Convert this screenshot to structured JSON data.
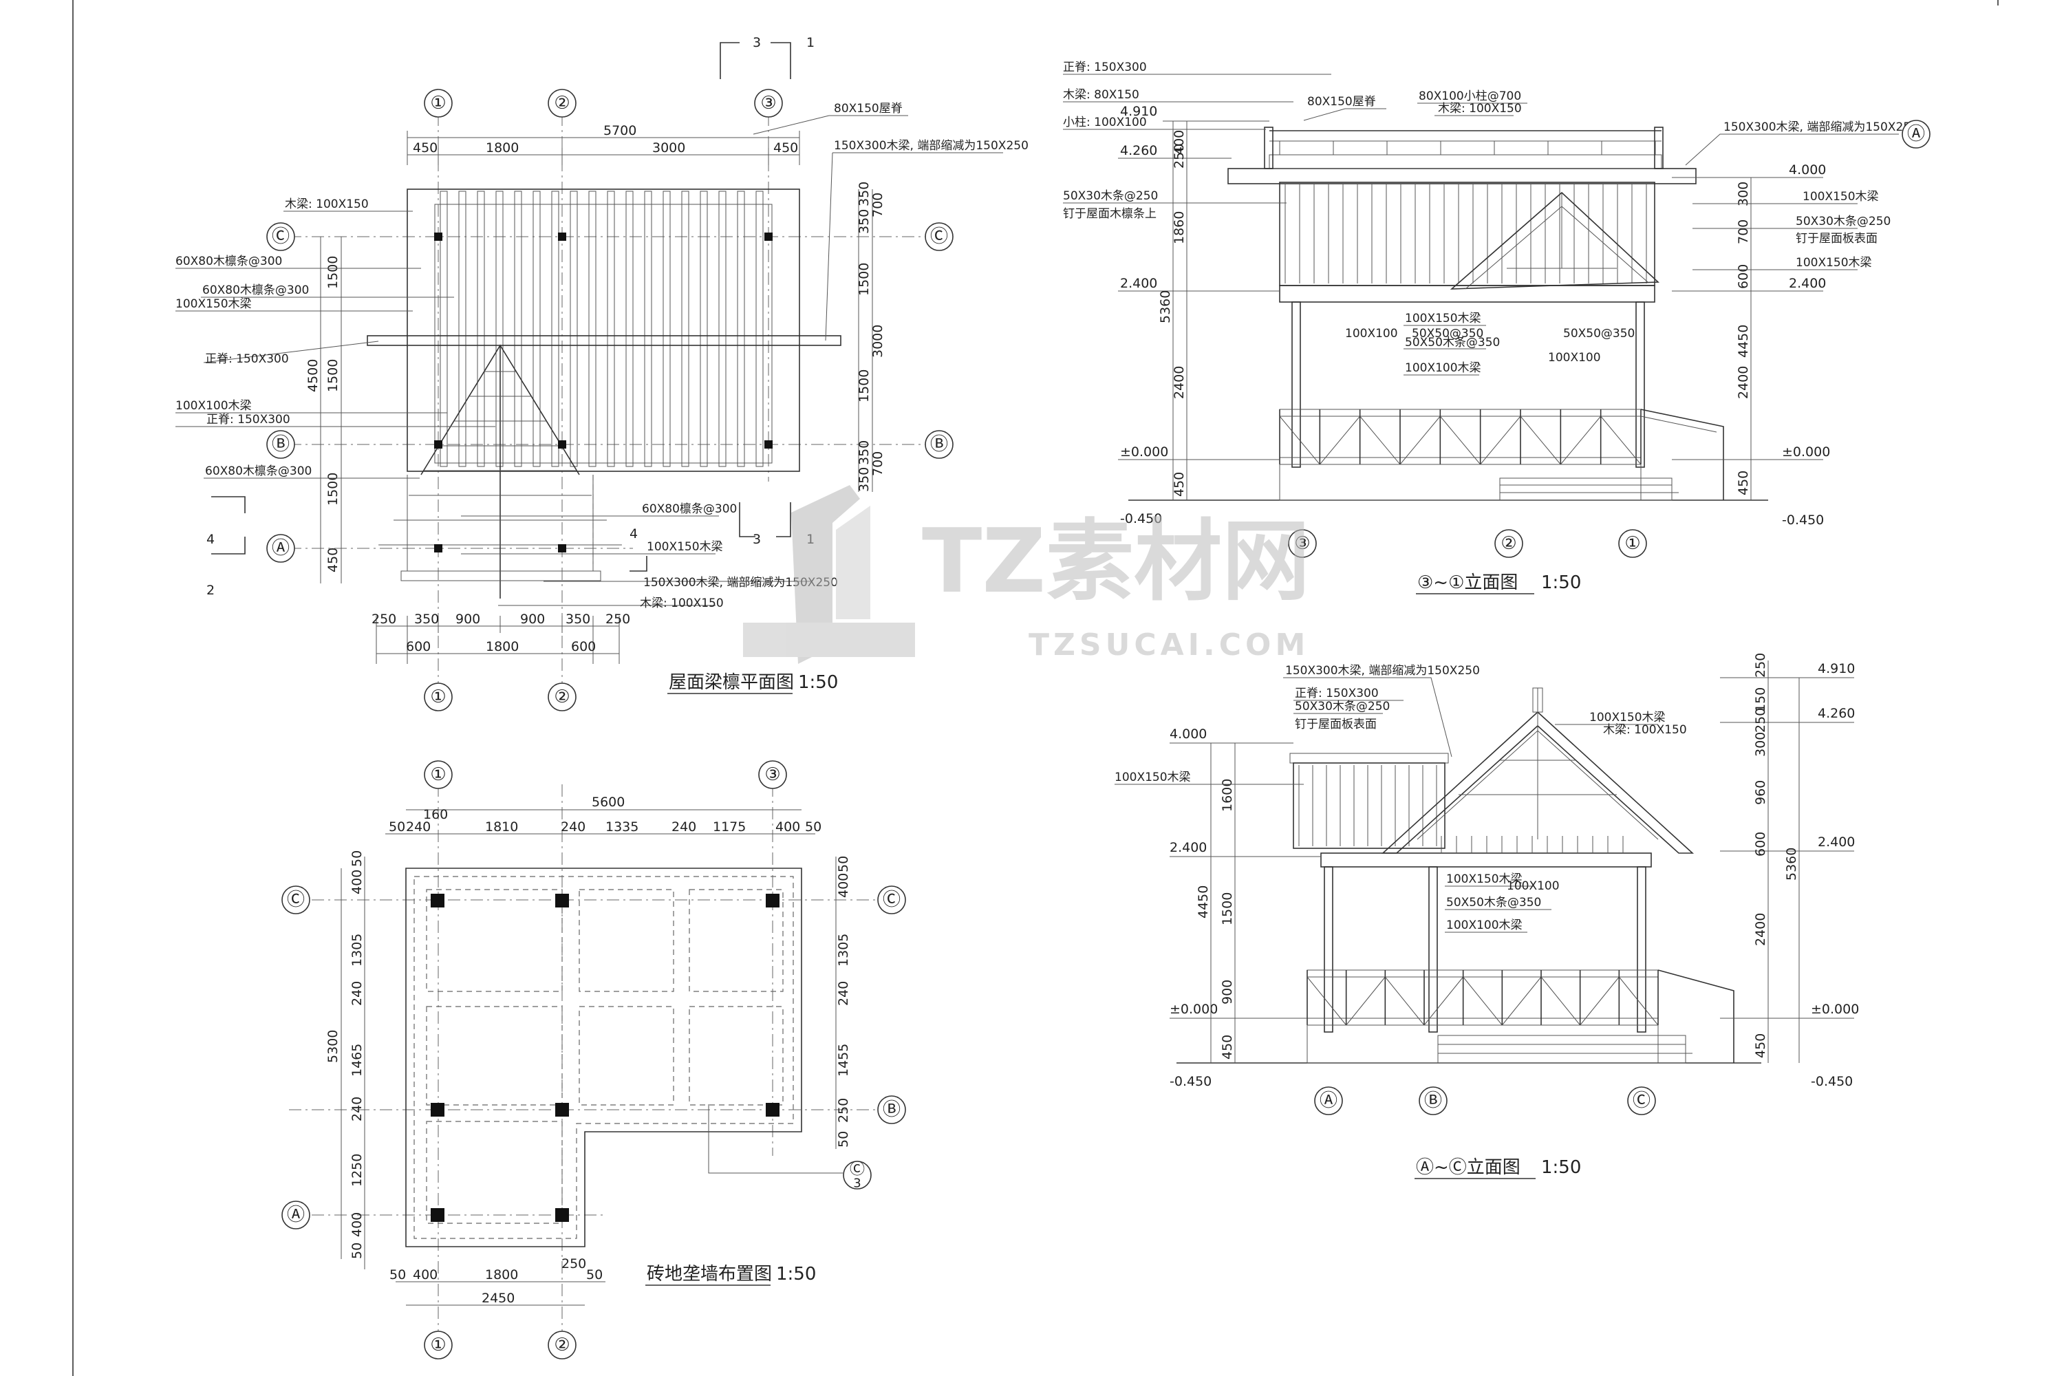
{
  "watermark": {
    "brand": "TZ素材网",
    "url": "TZSUCAI.COM"
  },
  "roof_plan": {
    "title": "屋面梁檩平面图",
    "scale": "1:50",
    "axes_top": [
      "①",
      "②",
      "③"
    ],
    "axes_bottom": [
      "①",
      "②"
    ],
    "axes_left": [
      "Ⓒ",
      "Ⓑ",
      "Ⓐ"
    ],
    "axes_right": [
      "Ⓒ",
      "Ⓑ"
    ],
    "dim_top_total": "5700",
    "dim_top": [
      "450",
      "1800",
      "3000",
      "450"
    ],
    "dim_bottom_1": [
      "250",
      "350",
      "900",
      "900",
      "350",
      "250"
    ],
    "dim_bottom_2": [
      "600",
      "1800",
      "600"
    ],
    "dim_left_total": "4500",
    "dim_left": [
      "1500",
      "1500",
      "1500",
      "450"
    ],
    "dim_right": [
      "350",
      "700",
      "350",
      "1500",
      "3000",
      "1500",
      "350",
      "700",
      "350"
    ],
    "labels": {
      "l1": "木梁: 100X150",
      "l2": "60X80木檩条@300",
      "l3": "60X80木檩条@300",
      "l4": "100X150木梁",
      "l5": "正脊: 150X300",
      "l6": "100X100木梁",
      "l7": "正脊: 150X300",
      "l8": "60X80木檩条@300",
      "r1": "80X150屋脊",
      "r2": "150X300木梁, 端部缩减为150X250",
      "c1": "60X80檩条@300",
      "c2": "100X150木梁",
      "c3": "150X300木梁, 端部缩减为150X250",
      "c4": "木梁: 100X150"
    },
    "section_marks": [
      "3",
      "1",
      "3",
      "1",
      "4",
      "2",
      "4"
    ]
  },
  "elev_31": {
    "title": "③~①立面图",
    "scale": "1:50",
    "axes": [
      "③",
      "②",
      "①"
    ],
    "levels_left": [
      "4.910",
      "4.260",
      "2.400",
      "±0.000",
      "-0.450"
    ],
    "levels_right": [
      "4.000",
      "2.400",
      "±0.000",
      "-0.450"
    ],
    "dim_left": [
      "400",
      "250",
      "1860",
      "5360",
      "2400",
      "450"
    ],
    "dim_right": [
      "300",
      "700",
      "600",
      "4450",
      "2400",
      "450"
    ],
    "labels": {
      "a1": "正脊: 150X300",
      "a2": "木梁: 80X150",
      "a3": "小柱: 100X100",
      "a4": "80X150屋脊",
      "a5": "80X100小柱@700",
      "a6": "木梁: 100X150",
      "a7": "150X300木梁, 端部缩减为150X250",
      "a8": "50X30木条@250",
      "a9": "钉于屋面木檩条上",
      "b1": "100X150木梁",
      "b2": "50X30木条@250",
      "b3": "钉于屋面板表面",
      "b4": "100X150木梁",
      "c1": "100X150木梁",
      "c2": "50X50@350",
      "c3": "50X50木条@350",
      "c4": "50X50@350",
      "c5": "100X100",
      "c6": "100X100",
      "c7": "100X100木梁"
    }
  },
  "elev_ac": {
    "title": "Ⓐ~Ⓒ立面图",
    "scale": "1:50",
    "axes": [
      "Ⓐ",
      "Ⓑ",
      "Ⓒ"
    ],
    "levels_left": [
      "4.000",
      "2.400",
      "±0.000",
      "-0.450"
    ],
    "levels_right": [
      "4.910",
      "4.260",
      "2.400",
      "±0.000",
      "-0.450"
    ],
    "dim_left": [
      "1600",
      "4450",
      "1500",
      "900",
      "450"
    ],
    "dim_right": [
      "250",
      "150",
      "250",
      "300",
      "960",
      "600",
      "5360",
      "2400",
      "450"
    ],
    "labels": {
      "a1": "150X300木梁, 端部缩减为150X250",
      "a2": "正脊: 150X300",
      "a3": "50X30木条@250",
      "a4": "钉于屋面板表面",
      "a5": "100X150木梁",
      "a6": "木梁: 100X150",
      "a7": "100X150木梁",
      "b1": "100X150木梁",
      "b2": "100X100",
      "b3": "50X50木条@350",
      "b4": "100X100木梁"
    }
  },
  "foundation": {
    "title": "砖地垄墙布置图",
    "scale": "1:50",
    "axes_top": [
      "①",
      "③"
    ],
    "axes_bottom": [
      "①",
      "②"
    ],
    "axes_left": [
      "Ⓒ",
      "Ⓐ"
    ],
    "axes_right": [
      "Ⓒ",
      "Ⓑ"
    ],
    "callout": "Ⓒ",
    "callout_sub": "3",
    "dim_top_total": "5600",
    "dim_top": [
      "50",
      "240",
      "160",
      "1810",
      "240",
      "1335",
      "240",
      "1175",
      "400",
      "50"
    ],
    "dim_bottom": [
      "50",
      "400",
      "1800",
      "250",
      "50"
    ],
    "dim_bottom_total": "2450",
    "dim_left_total": "5300",
    "dim_left": [
      "50",
      "400",
      "1305",
      "240",
      "1465",
      "240",
      "1250",
      "400",
      "50"
    ],
    "dim_right": [
      "50",
      "400",
      "1305",
      "240",
      "1455",
      "250",
      "50"
    ]
  }
}
